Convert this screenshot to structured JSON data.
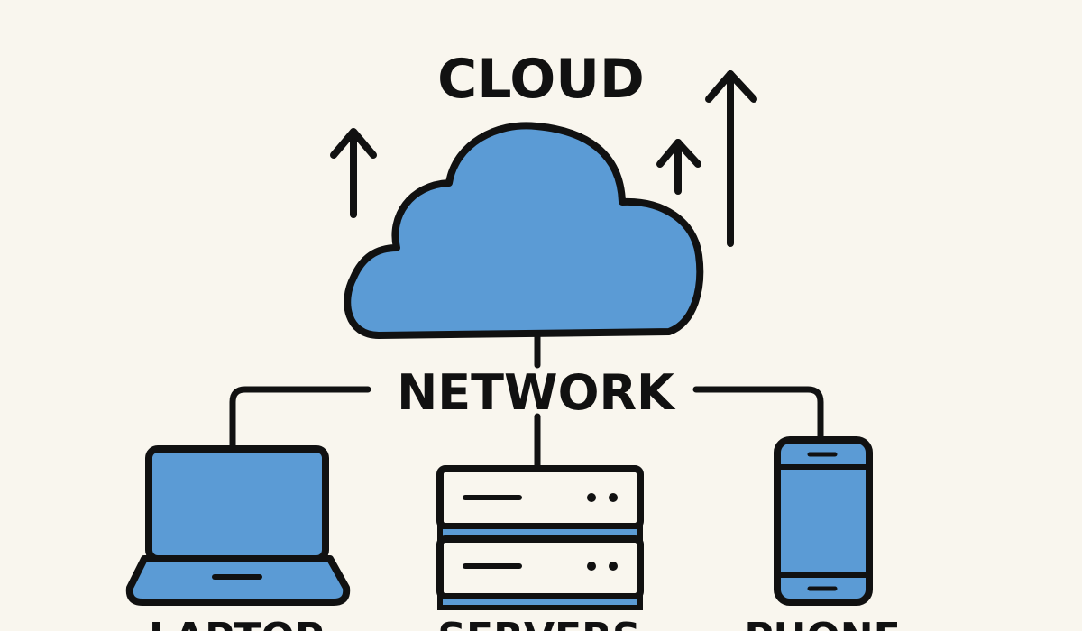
{
  "diagram": {
    "title": "CLOUD",
    "hub_label": "NETWORK",
    "devices": [
      {
        "id": "laptop",
        "label": "LAPTOP"
      },
      {
        "id": "servers",
        "label": "SERVERS"
      },
      {
        "id": "phone",
        "label": "PHONE"
      }
    ],
    "colors": {
      "background": "#f9f6ee",
      "fill": "#5b9bd5",
      "stroke": "#111111",
      "server_face": "#f9f6ee"
    }
  }
}
